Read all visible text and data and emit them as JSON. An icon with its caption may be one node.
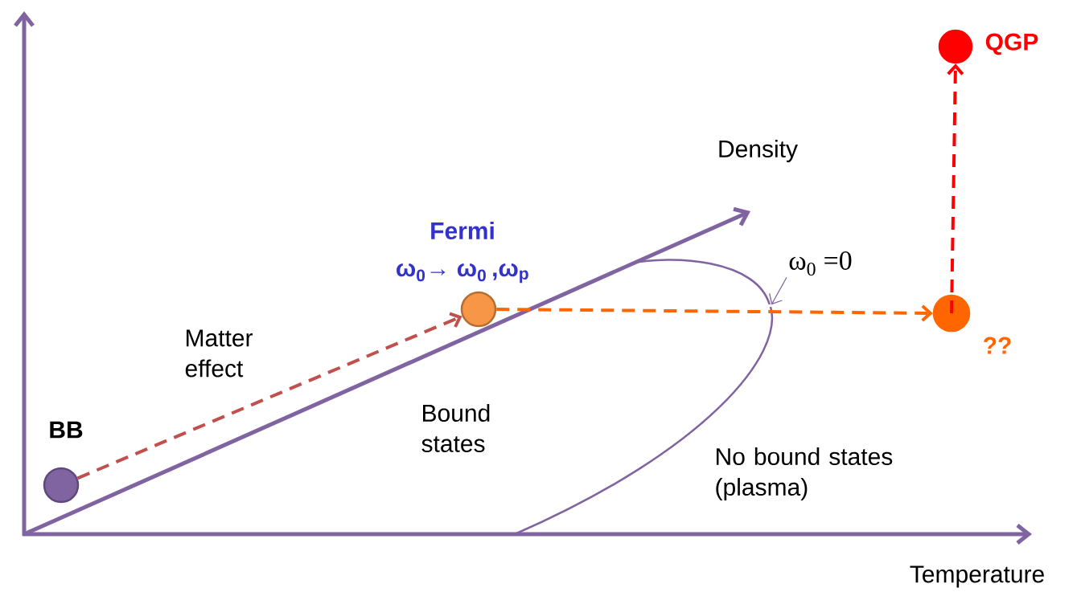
{
  "diagram": {
    "nodes": [
      {
        "text": [],
        "shape": "circle",
        "beside": [
          "BB"
        ]
      },
      {
        "text": [],
        "shape": "circle",
        "beside": [
          "Fermi",
          "ω$_{0}$→ ω$_{0 }$,ω$_{p}$"
        ]
      },
      {
        "text": [],
        "shape": "circle",
        "beside": [
          "??"
        ]
      },
      {
        "text": [],
        "shape": "circle",
        "beside": [
          "QGP"
        ]
      },
      {
        "text": [
          "ω$_{0}$ =0"
        ]
      },
      {
        "text": [],
        "shape": "curve"
      }
    ],
    "edges": [
      {
        "from": 0,
        "to": 1,
        "arrow": "to",
        "style": "dashed",
        "color": "#c0504d"
      },
      {
        "from": 1,
        "to": 2,
        "arrow": "to",
        "style": "dashed",
        "color": "#ff6600"
      },
      {
        "from": 2,
        "to": 3,
        "arrow": "to",
        "style": "dashed",
        "color": "#ff0000"
      },
      {
        "from": 4,
        "to": 5,
        "arrow": "to",
        "color": "#8064a2"
      }
    ],
    "labels": [
      "Density",
      "Matter effect",
      "Bound states",
      "No bound states (plasma)",
      "Temperature"
    ]
  }
}
